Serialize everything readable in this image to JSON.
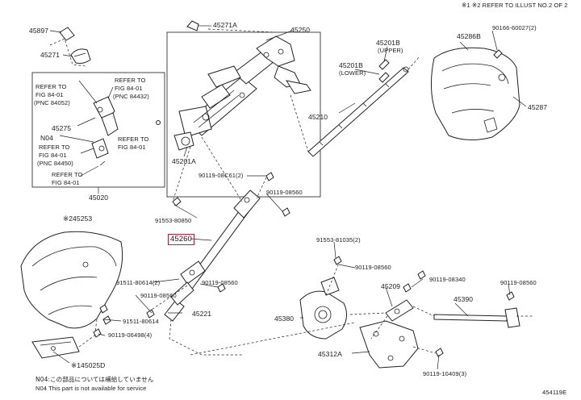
{
  "header": {
    "note": "※1 ※2 REFER TO ILLUST NO.2 OF 2"
  },
  "labels": {
    "p45897": "45897",
    "p45271": "45271",
    "p45271A": "45271A",
    "p45250": "45250",
    "p45201B_upper": "45201B",
    "upper": "(UPPER)",
    "p45201B_lower": "45201B",
    "lower": "(LOWER)",
    "p45286B": "45286B",
    "p90166": "90166-60027(2)",
    "p45287": "45287",
    "refer1_a": "REFER TO",
    "refer1_b": "FIG 84-01",
    "refer1_c": "(PNC 84052)",
    "refer2_a": "REFER TO",
    "refer2_b": "FIG 84-01",
    "refer2_c": "(PNC 84432)",
    "p45275": "45275",
    "n04": "N04",
    "refer3_a": "REFER TO",
    "refer3_b": "FIG 84-01",
    "refer3_c": "(PNC 84450)",
    "refer4_a": "REFER TO",
    "refer4_b": "FIG 84-01",
    "refer5_a": "REFER TO",
    "refer5_b": "FIG 84-01",
    "p45020": "45020",
    "p45201A": "45201A",
    "p45210": "45210",
    "p90119_08C61": "90119-08C61(2)",
    "p90119_08560_a": "90119-08560",
    "p91553_80850": "91553-80850",
    "p45253": "※245253",
    "p45260": "45260",
    "p91553_81035": "91553-81035(2)",
    "p90119_08560_b": "90119-08560",
    "p91511_80614_2": "91511-80614(2)",
    "p90119_08560_c": "90119-08560",
    "p90119_08560_d": "90119-08560",
    "p45209": "45209",
    "p90119_08340": "90119-08340",
    "p90119_08560_e": "90119-08560",
    "p45221": "45221",
    "p91511_80614": "91511-80614",
    "p90119_06498": "90119-06498(4)",
    "p45380": "45380",
    "p45390": "45390",
    "p45025D": "※145025D",
    "p45312A": "45312A",
    "p90119_10409": "90119-10409(3)",
    "footnote1": "N04:この部品については補給していません",
    "footnote2": "N04 This part is not available for service",
    "figure_id": "454119E"
  },
  "highlight_color": "#b3263a"
}
